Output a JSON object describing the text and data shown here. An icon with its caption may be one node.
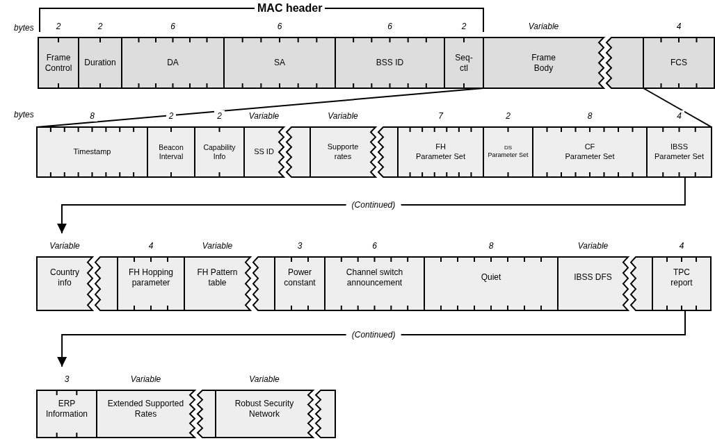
{
  "diagram": {
    "nodes": [
      {
        "text": [
          "Frame Control"
        ],
        "beside": [
          "2"
        ]
      },
      {
        "text": [
          "Duration"
        ],
        "beside": [
          "2"
        ]
      },
      {
        "text": [
          "DA"
        ],
        "beside": [
          "6"
        ]
      },
      {
        "text": [
          "SA"
        ],
        "beside": [
          "6"
        ]
      },
      {
        "text": [
          "BSS ID"
        ],
        "beside": [
          "6"
        ]
      },
      {
        "text": [
          "Seq- ctl"
        ],
        "beside": [
          "2"
        ]
      },
      {
        "text": [
          "Frame Body"
        ],
        "beside": [
          "Variable"
        ]
      },
      {
        "text": [
          "FCS"
        ],
        "beside": [
          "4"
        ]
      },
      {
        "text": [
          "Timestamp"
        ],
        "beside": [
          "8"
        ]
      },
      {
        "text": [
          "Beacon Interval"
        ],
        "beside": [
          "2"
        ]
      },
      {
        "text": [
          "Capability Info"
        ],
        "beside": [
          "2"
        ]
      },
      {
        "text": [
          "SS ID"
        ],
        "beside": [
          "Variable"
        ]
      },
      {
        "text": [
          "Supporte rates"
        ],
        "beside": [
          "Variable"
        ]
      },
      {
        "text": [
          "FH",
          "Parameter Set"
        ],
        "beside": [
          "7"
        ]
      },
      {
        "text": [
          "DS",
          "Parameter Set"
        ],
        "beside": [
          "2"
        ]
      },
      {
        "text": [
          "CF",
          "Parameter Set"
        ],
        "beside": [
          "8"
        ]
      },
      {
        "text": [
          "IBSS",
          "Parameter Set"
        ],
        "beside": [
          "4"
        ]
      },
      {
        "text": [
          "Country info"
        ],
        "beside": [
          "Variable"
        ]
      },
      {
        "text": [
          "FH Hopping parameter"
        ],
        "beside": [
          "4"
        ]
      },
      {
        "text": [
          "FH Pattern table"
        ],
        "beside": [
          "Variable"
        ]
      },
      {
        "text": [
          "Power constant"
        ],
        "beside": [
          "3"
        ]
      },
      {
        "text": [
          "Channel switch announcement"
        ],
        "beside": [
          "6"
        ]
      },
      {
        "text": [
          "Quiet"
        ],
        "beside": [
          "8"
        ]
      },
      {
        "text": [
          "IBSS DFS"
        ],
        "beside": [
          "Variable"
        ]
      },
      {
        "text": [
          "TPC report"
        ],
        "beside": [
          "4"
        ]
      },
      {
        "text": [
          "ERP Information"
        ],
        "beside": [
          "3"
        ]
      },
      {
        "text": [
          "Extended Supported Rates"
        ],
        "beside": [
          "Variable"
        ]
      },
      {
        "text": [
          "Robust Security Network"
        ],
        "beside": [
          "Variable"
        ]
      }
    ],
    "edges": [
      {
        "from": 6,
        "to": 8,
        "arrow": "none"
      },
      {
        "from": 6,
        "to": 16,
        "arrow": "none"
      },
      {
        "from": 16,
        "to": 17,
        "arrow": "to",
        "label": "(Continued)"
      },
      {
        "from": 24,
        "to": 25,
        "arrow": "to",
        "label": "(Continued)"
      }
    ],
    "labels": [
      "MAC header",
      "bytes",
      "bytes"
    ]
  }
}
